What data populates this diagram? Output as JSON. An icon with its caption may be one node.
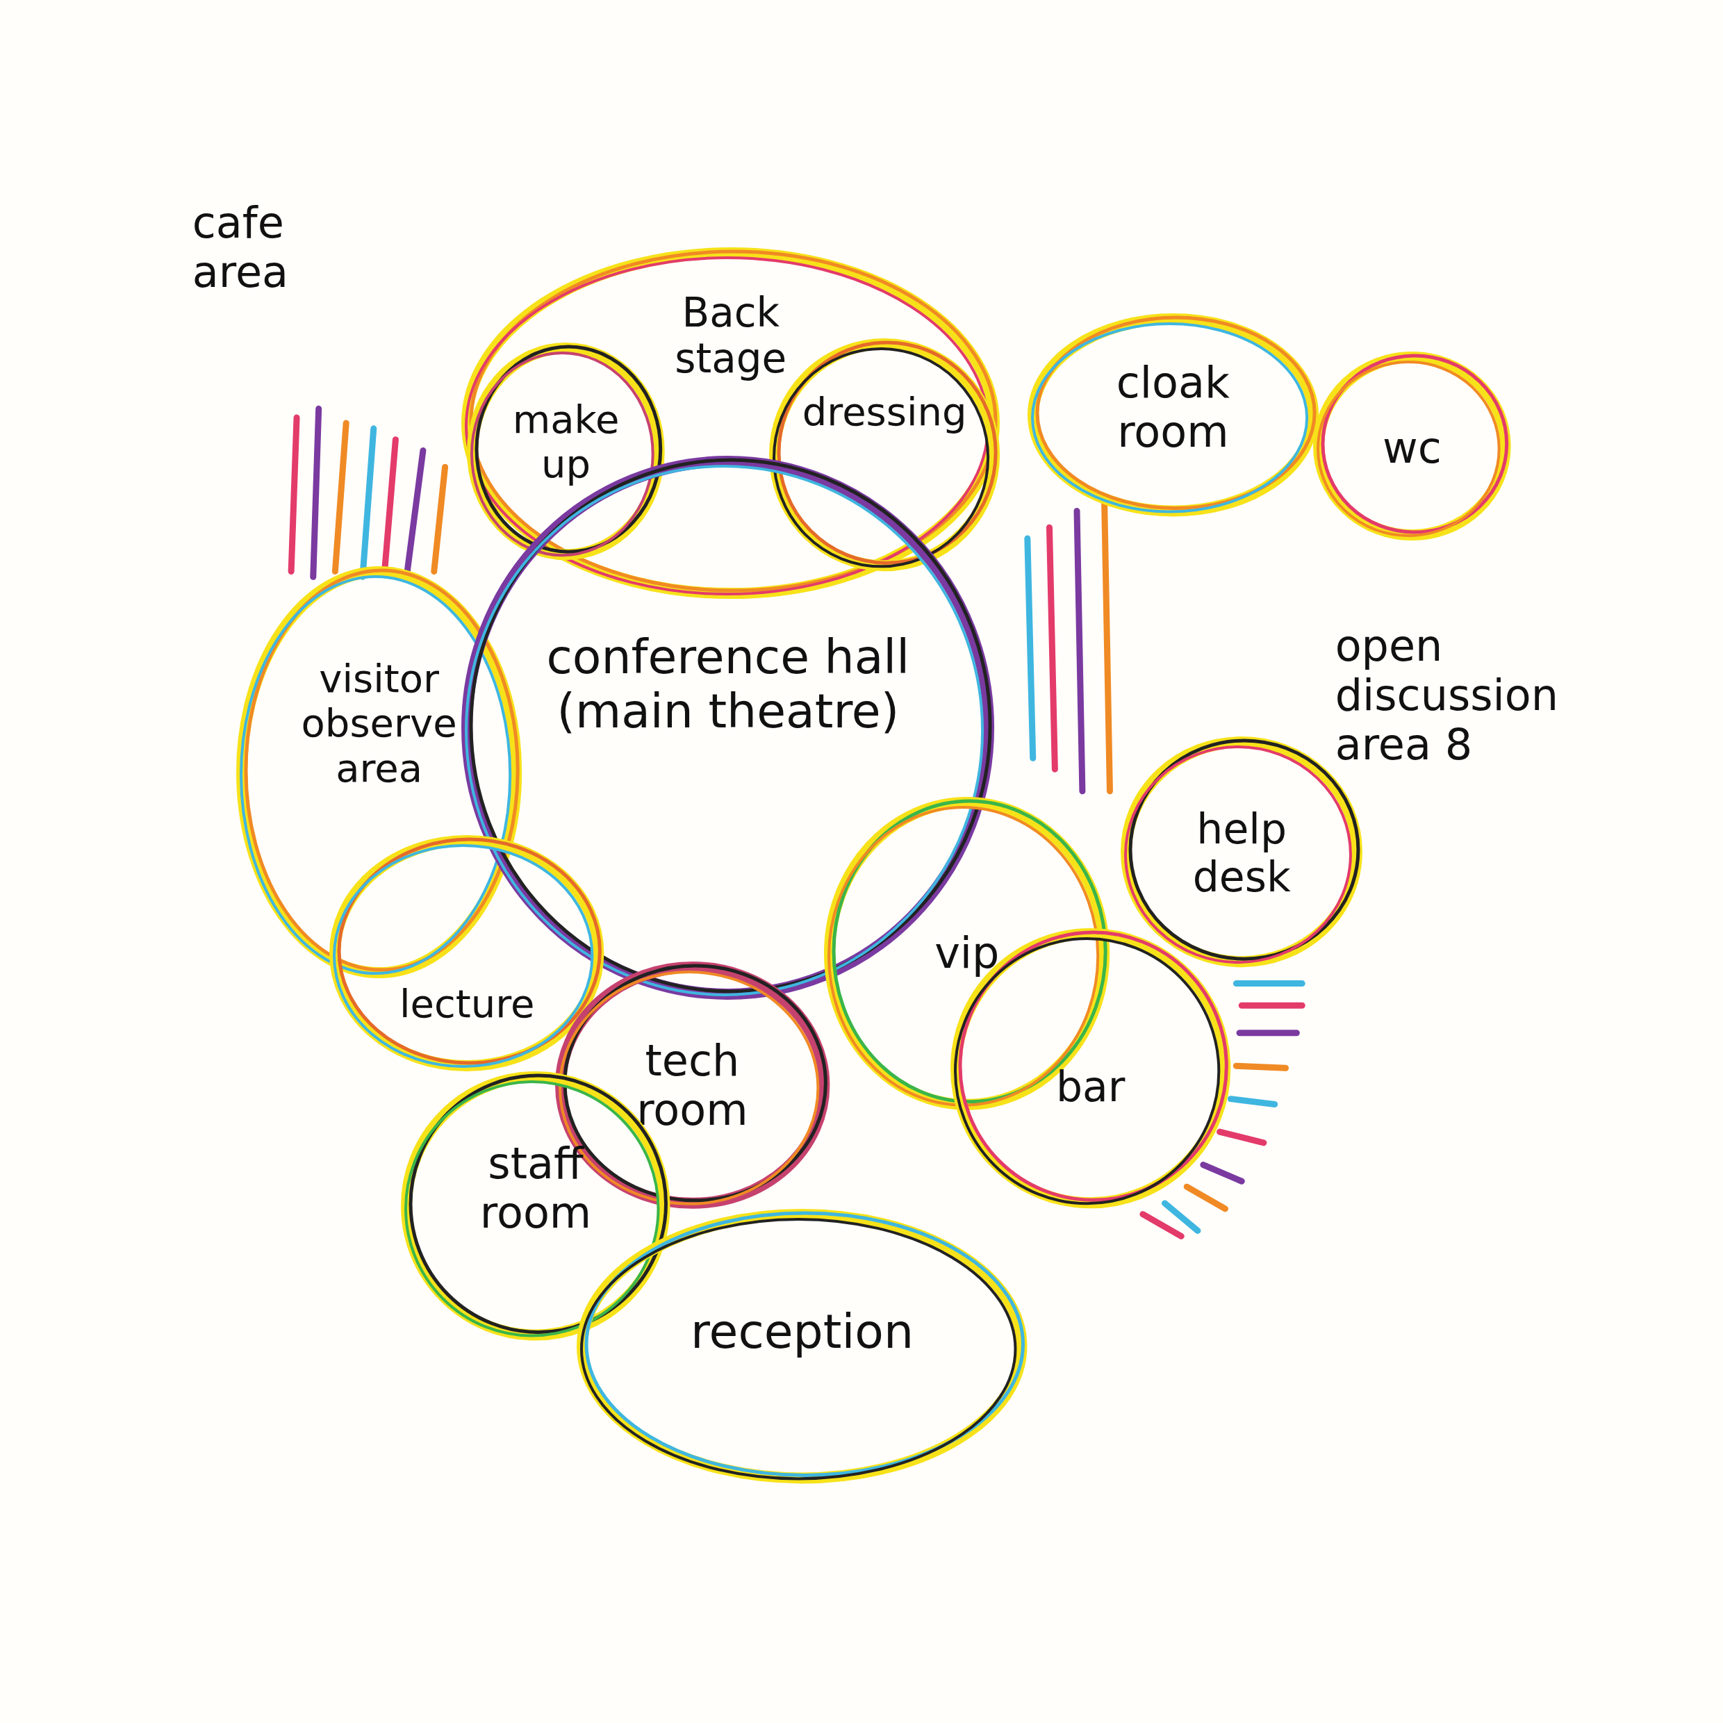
{
  "diagram": {
    "nodes": [
      {
        "text": [
          "Back stage"
        ]
      },
      {
        "text": [
          "make up"
        ],
        "in": 0
      },
      {
        "text": [
          "dressing"
        ],
        "in": 0
      },
      {
        "text": [
          "cloak room"
        ]
      },
      {
        "text": [
          "wc"
        ]
      },
      {
        "text": [
          "visitor observe area"
        ]
      },
      {
        "text": [
          "conference hall (main theatre)"
        ]
      },
      {
        "text": [
          "lecture"
        ]
      },
      {
        "text": [
          "vip"
        ]
      },
      {
        "text": [
          "help desk"
        ]
      },
      {
        "text": [
          "bar"
        ]
      },
      {
        "text": [
          "tech room"
        ]
      },
      {
        "text": [
          "staff room"
        ]
      },
      {
        "text": [
          "reception"
        ]
      }
    ],
    "labels": [
      "cafe area",
      "open discussion area 8"
    ]
  }
}
